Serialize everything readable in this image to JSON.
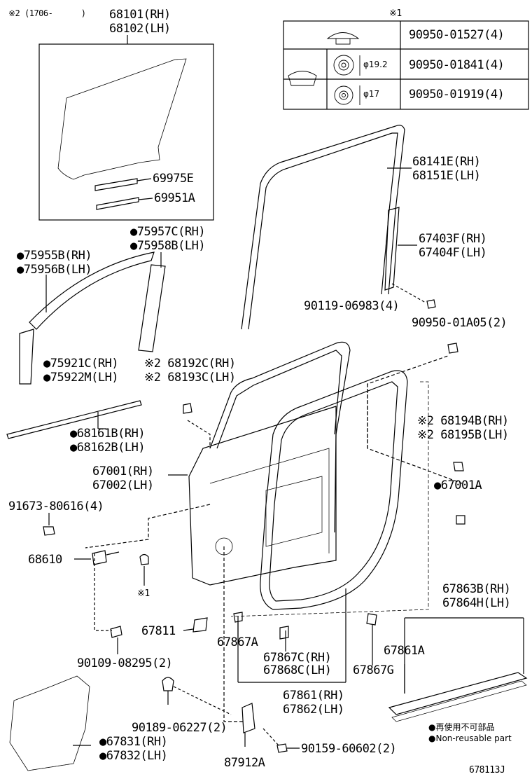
{
  "labels": {
    "note_top": "※2 (1706-      )",
    "p68101": "68101(RH)",
    "p68102": "68102(LH)",
    "table_title": "※1",
    "p69975e": "69975E",
    "p69951a": "69951A",
    "p68141e": "68141E(RH)",
    "p68151e": "68151E(LH)",
    "p75957c": "75957C(RH)",
    "p75958b": "75958B(LH)",
    "p75955b": "75955B(RH)",
    "p75956b": "75956B(LH)",
    "p67403f": "67403F(RH)",
    "p67404f": "67404F(LH)",
    "p90119": "90119-06983(4)",
    "p90950a05": "90950-01A05(2)",
    "p75921c": "75921C(RH)",
    "p75922m": "75922M(LH)",
    "p68192c": "※2 68192C(RH)",
    "p68193c": "※2 68193C(LH)",
    "p68161b": "68161B(RH)",
    "p68162b": "68162B(LH)",
    "p68194b": "※2 68194B(RH)",
    "p68195b": "※2 68195B(LH)",
    "p67001": "67001(RH)",
    "p67002": "67002(LH)",
    "p67001a": "67001A",
    "p91673": "91673-80616(4)",
    "p68610": "68610",
    "note1": "※1",
    "p67863b": "67863B(RH)",
    "p67864h": "67864H(LH)",
    "p67811": "67811",
    "p67867a": "67867A",
    "p67861a": "67861A",
    "p67867c": "67867C(RH)",
    "p67868c": "67868C(LH)",
    "p67867g": "67867G",
    "p90109": "90109-08295(2)",
    "p67861": "67861(RH)",
    "p67862": "67862(LH)",
    "p90189": "90189-06227(2)",
    "legend_jp": "再使用不可部品",
    "legend_en": "Non-reusable part",
    "p67831": "67831(RH)",
    "p67832": "67832(LH)",
    "p90159": "90159-60602(2)",
    "p87912a": "87912A",
    "diagram_id": "678113J"
  },
  "clip_table": [
    {
      "dim": "",
      "part": "90950-01527(4)"
    },
    {
      "dim": "φ19.2",
      "part": "90950-01841(4)"
    },
    {
      "dim": "φ17",
      "part": "90950-01919(4)"
    }
  ]
}
